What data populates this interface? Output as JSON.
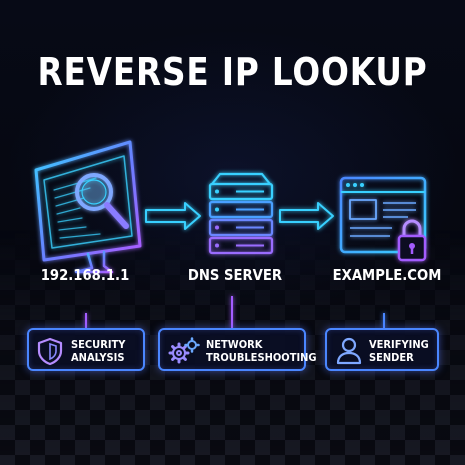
{
  "title": "REVERSE IP LOOKUP",
  "nodes": [
    {
      "label": "192.168.1.1",
      "icon": "monitor-with-magnifier-icon"
    },
    {
      "label": "DNS SERVER",
      "icon": "server-stack-icon"
    },
    {
      "label": "EXAMPLE.COM",
      "icon": "browser-with-lock-icon"
    }
  ],
  "cards": [
    {
      "line1": "SECURITY",
      "line2": "ANALYSIS",
      "icon": "shield-icon"
    },
    {
      "line1": "NETWORK",
      "line2": "TROUBLESHOOTING",
      "icon": "gears-icon"
    },
    {
      "line1": "VERIFYING",
      "line2": "SENDER",
      "icon": "user-icon"
    }
  ],
  "colors": {
    "blue": "#4a86ff",
    "cyan": "#39d0ff",
    "purple": "#a35cff",
    "background": "#05070f",
    "text": "#ffffff"
  }
}
